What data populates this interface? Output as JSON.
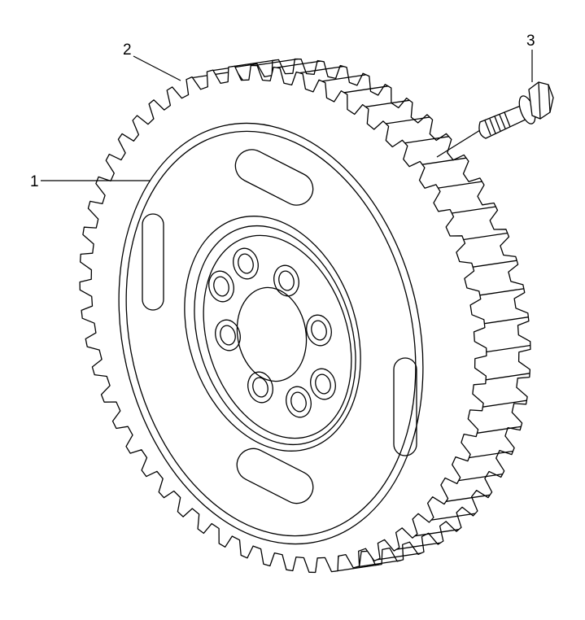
{
  "callouts": {
    "part_1": "1",
    "part_2": "2",
    "part_3": "3"
  },
  "colors": {
    "line": "#000000",
    "background": "#ffffff"
  }
}
